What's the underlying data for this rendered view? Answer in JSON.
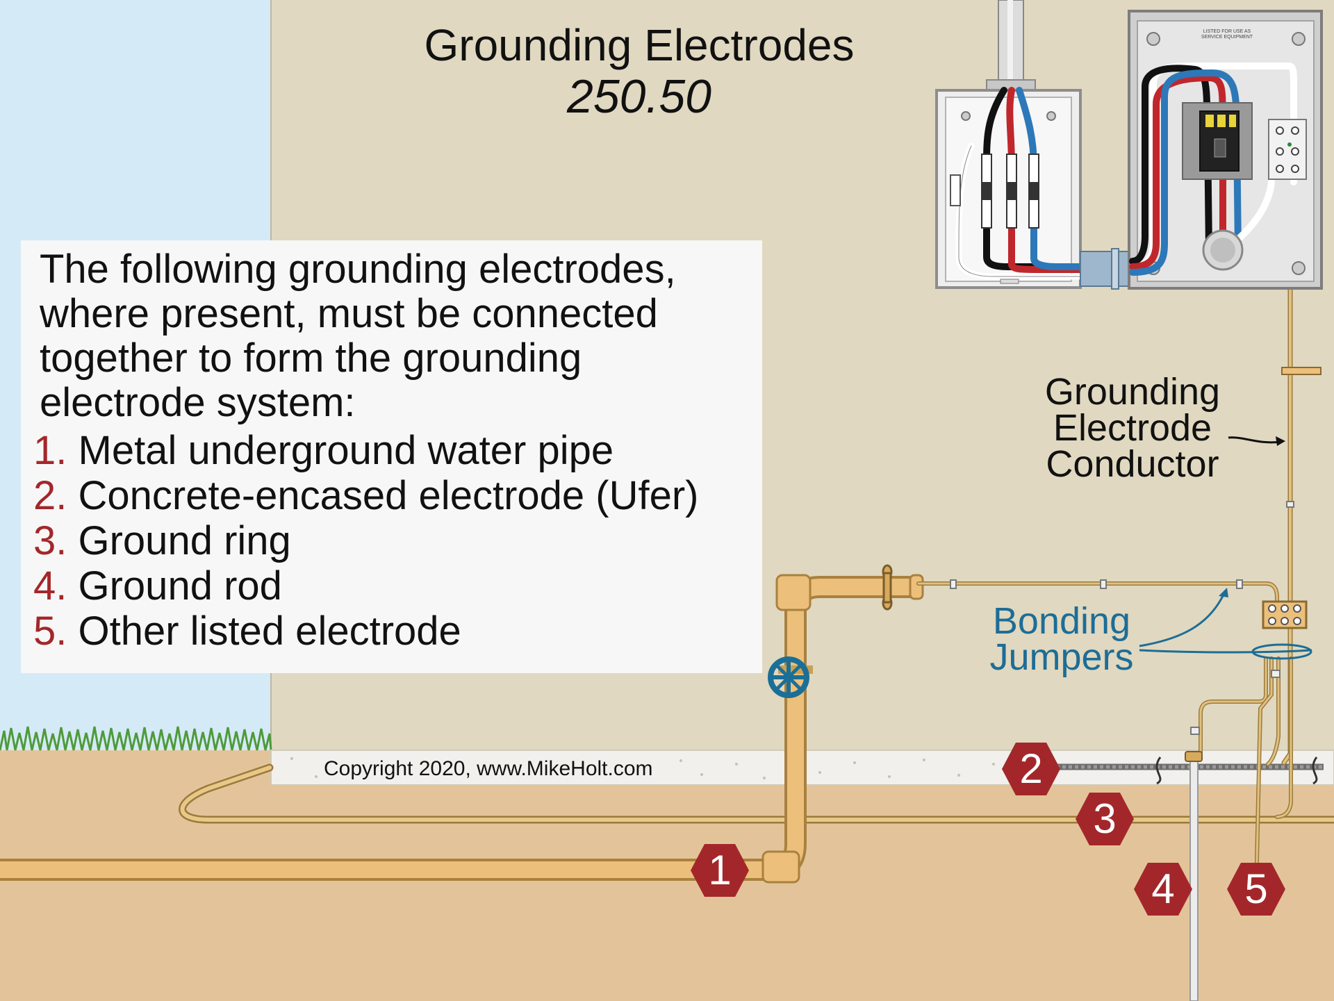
{
  "title": "Grounding Electrodes",
  "code_section": "250.50",
  "info": {
    "intro": "The following grounding electrodes, where present, must be connected together to form the grounding electrode system:",
    "items": [
      {
        "number": "1.",
        "label": "Metal underground water pipe"
      },
      {
        "number": "2.",
        "label": "Concrete-encased electrode (Ufer)"
      },
      {
        "number": "3.",
        "label": "Ground ring"
      },
      {
        "number": "4.",
        "label": "Ground rod"
      },
      {
        "number": "5.",
        "label": "Other listed electrode"
      }
    ]
  },
  "labels": {
    "gec_line1": "Grounding",
    "gec_line2": "Electrode",
    "gec_line3": "Conductor",
    "bonding_line1": "Bonding",
    "bonding_line2": "Jumpers"
  },
  "panel_caption_line1": "LISTED FOR USE AS",
  "panel_caption_line2": "SERVICE EQUIPMENT",
  "copyright": "Copyright 2020, www.MikeHolt.com",
  "markers": [
    "1",
    "2",
    "3",
    "4",
    "5"
  ],
  "colors": {
    "sky": "#d5eaf7",
    "wall": "#e0d8c0",
    "soil": "#e3c49a",
    "pipe": "#ecc07a",
    "conductor": "#c9a155",
    "marker": "#a3272a",
    "list_number": "#a3272a",
    "bonding_label": "#1d6d96",
    "valve": "#1b6f97",
    "conductor_red": "#c0272d",
    "conductor_blue": "#2d78b8",
    "conductor_black": "#111111"
  }
}
